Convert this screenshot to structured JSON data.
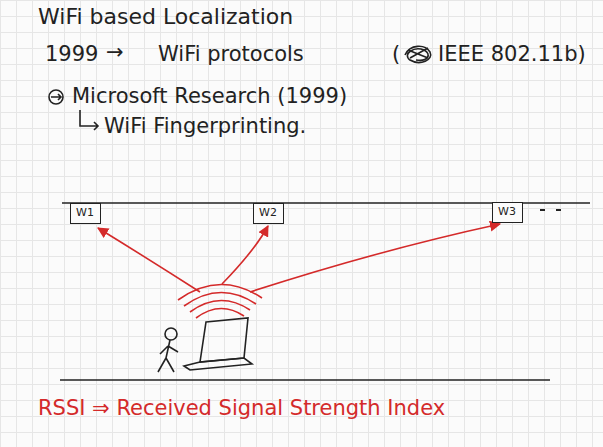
{
  "diagram": {
    "title": "WiFi based Localization",
    "nodes": [
      {
        "text": [
          "W1"
        ]
      },
      {
        "text": [
          "W2"
        ]
      },
      {
        "text": [
          "W3"
        ]
      }
    ],
    "labels": [
      "1999",
      "→",
      "WiFi protocols",
      "(",
      "IEEE 802.11b)",
      "Microsoft Research (1999)",
      "WiFi Fingerprinting.",
      "RSSI ⇒ Received Signal Strength Index"
    ]
  }
}
